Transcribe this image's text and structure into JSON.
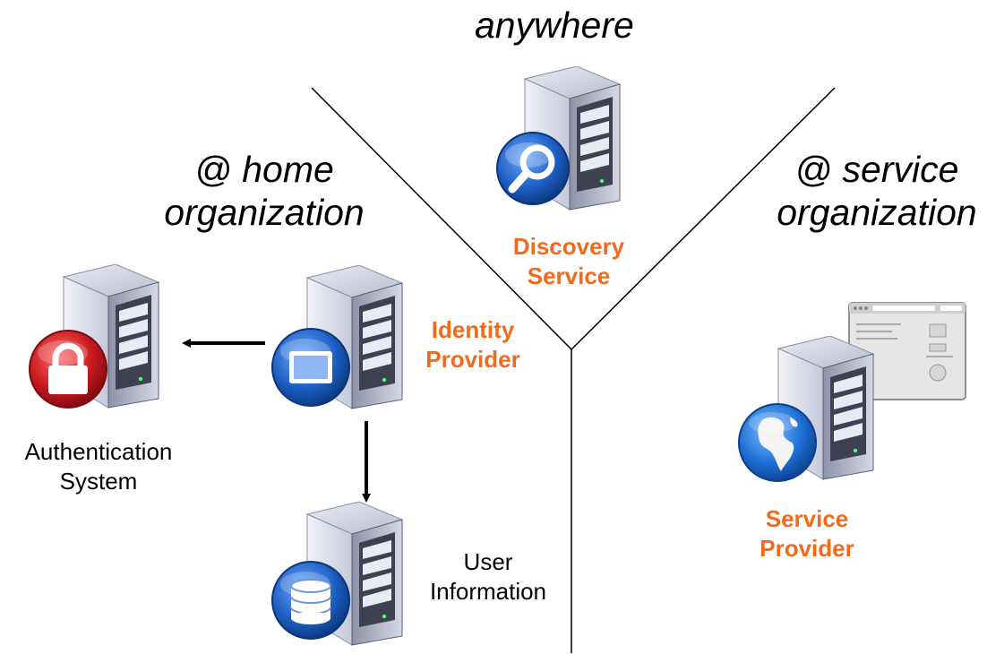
{
  "zones": {
    "anywhere": "anywhere",
    "home_line1": "@ home",
    "home_line2": "organization",
    "service_line1": "@ service",
    "service_line2": "organization"
  },
  "nodes": {
    "discovery": {
      "line1": "Discovery",
      "line2": "Service",
      "icon": "magnifier-icon"
    },
    "identity_provider": {
      "line1": "Identity",
      "line2": "Provider",
      "icon": "window-icon"
    },
    "authentication": {
      "line1": "Authentication",
      "line2": "System",
      "icon": "lock-icon"
    },
    "user_information": {
      "line1": "User",
      "line2": "Information",
      "icon": "database-icon"
    },
    "service_provider": {
      "line1": "Service",
      "line2": "Provider",
      "icon": "globe-icon"
    }
  },
  "edges": [
    {
      "from": "identity_provider",
      "to": "authentication"
    },
    {
      "from": "identity_provider",
      "to": "user_information"
    }
  ],
  "colors": {
    "accent": "#f26b1d",
    "badge_blue": "#1d5fc4",
    "badge_red": "#c8191e",
    "server_body": "#c9ccdc",
    "divider": "#000000"
  }
}
